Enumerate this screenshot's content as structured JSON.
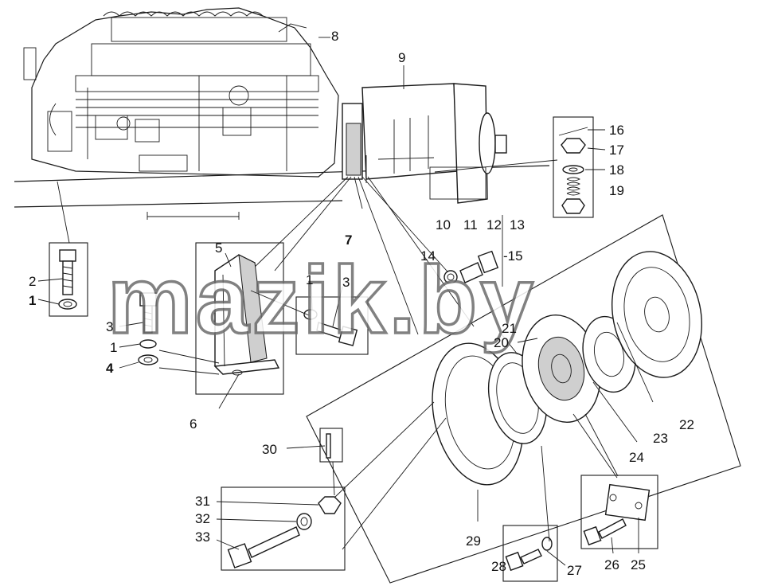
{
  "diagram": {
    "watermark": "mazik.by",
    "callouts": [
      {
        "id": "c1a",
        "text": "1",
        "bold": true
      },
      {
        "id": "c2",
        "text": "2"
      },
      {
        "id": "c1b",
        "text": "1"
      },
      {
        "id": "c3a",
        "text": "3"
      },
      {
        "id": "c4",
        "text": "4",
        "bold": true
      },
      {
        "id": "c5",
        "text": "5"
      },
      {
        "id": "c6",
        "text": "6"
      },
      {
        "id": "c7",
        "text": "7",
        "bold": true
      },
      {
        "id": "c1c",
        "text": "1"
      },
      {
        "id": "c3b",
        "text": "3"
      },
      {
        "id": "c8",
        "text": "8"
      },
      {
        "id": "c9",
        "text": "9"
      },
      {
        "id": "c10",
        "text": "10"
      },
      {
        "id": "c11",
        "text": "11"
      },
      {
        "id": "c12",
        "text": "12"
      },
      {
        "id": "c13",
        "text": "13"
      },
      {
        "id": "c14",
        "text": "14"
      },
      {
        "id": "c15",
        "text": "-15"
      },
      {
        "id": "c16",
        "text": "16"
      },
      {
        "id": "c17",
        "text": "17"
      },
      {
        "id": "c18",
        "text": "18"
      },
      {
        "id": "c19",
        "text": "19"
      },
      {
        "id": "c20",
        "text": "20"
      },
      {
        "id": "c21",
        "text": "21"
      },
      {
        "id": "c22",
        "text": "22"
      },
      {
        "id": "c23",
        "text": "23"
      },
      {
        "id": "c24",
        "text": "24"
      },
      {
        "id": "c25",
        "text": "25"
      },
      {
        "id": "c26",
        "text": "26"
      },
      {
        "id": "c27",
        "text": "27"
      },
      {
        "id": "c28",
        "text": "28"
      },
      {
        "id": "c29",
        "text": "29"
      },
      {
        "id": "c30",
        "text": "30"
      },
      {
        "id": "c31",
        "text": "31"
      },
      {
        "id": "c32",
        "text": "32"
      },
      {
        "id": "c33",
        "text": "33"
      }
    ]
  }
}
